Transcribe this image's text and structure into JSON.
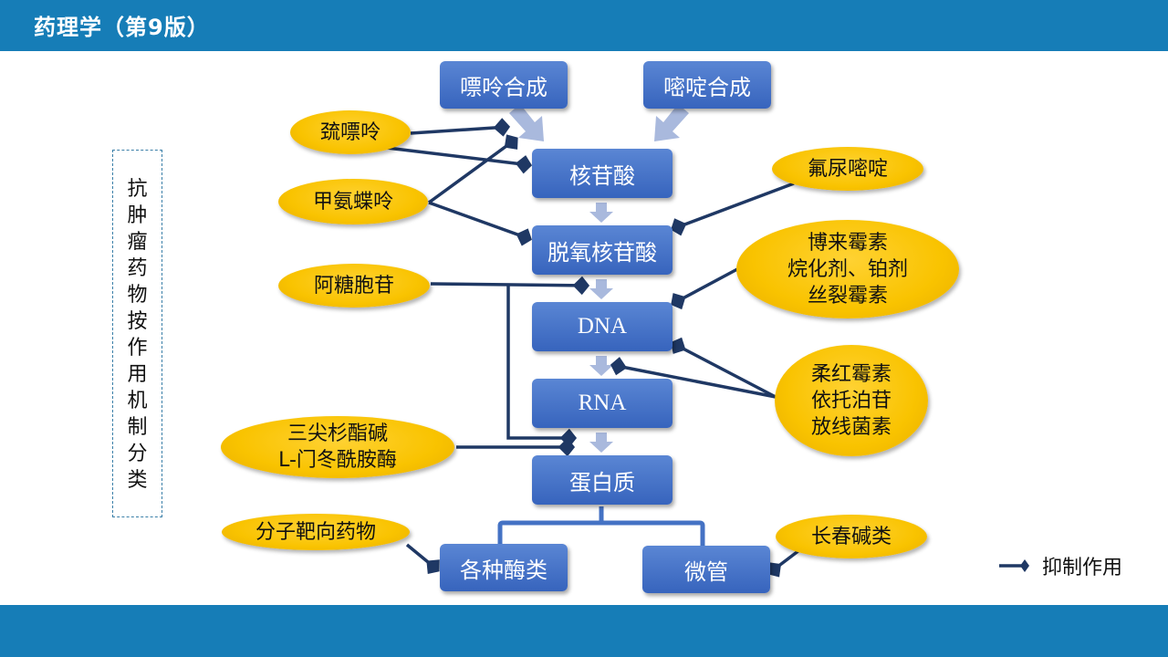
{
  "header": {
    "title": "药理学（第9版）"
  },
  "side_label": {
    "chars": [
      "抗",
      "肿",
      "瘤",
      "药",
      "物",
      "按",
      "作",
      "用",
      "机",
      "制",
      "分",
      "类"
    ]
  },
  "pathway_nodes": {
    "purine_synthesis": "嘌呤合成",
    "pyrimidine_synthesis": "嘧啶合成",
    "nucleotide": "核苷酸",
    "deoxynucleotide": "脱氧核苷酸",
    "dna": "DNA",
    "rna": "RNA",
    "protein": "蛋白质",
    "enzymes": "各种酶类",
    "microtubule": "微管"
  },
  "drug_nodes": {
    "mercaptopurine": [
      "巯嘌呤"
    ],
    "methotrexate": [
      "甲氨蝶呤"
    ],
    "cytarabine": [
      "阿糖胞苷"
    ],
    "harringtonine_asparaginase": [
      "三尖杉酯碱",
      "L-门冬酰胺酶"
    ],
    "targeted": [
      "分子靶向药物"
    ],
    "fluorouracil": [
      "氟尿嘧啶"
    ],
    "dna_damaging": [
      "博来霉素",
      "烷化剂、铂剂",
      "丝裂霉素"
    ],
    "transcription_inhibitors": [
      "柔红霉素",
      "依托泊苷",
      "放线菌素"
    ],
    "vinca": [
      "长春碱类"
    ]
  },
  "legend": {
    "label": "抑制作用",
    "icon": "inhibition-arrow-icon"
  },
  "colors": {
    "bar": "#167db7",
    "box": "#4472c4",
    "oval": "#ffc000",
    "line": "#1f3864",
    "flow_arrow": "#a9b9dd"
  }
}
